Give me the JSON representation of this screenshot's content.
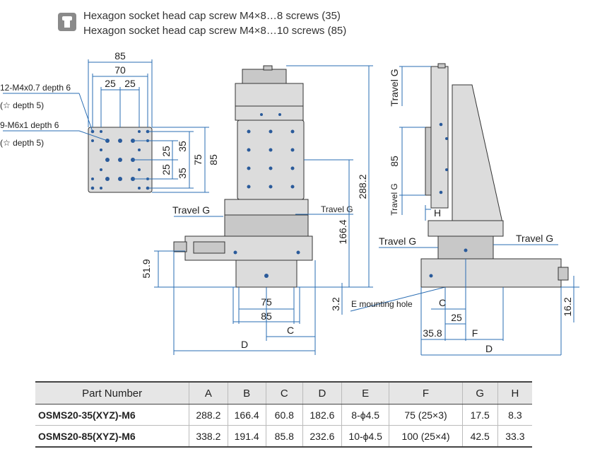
{
  "legend": {
    "icon": "screw-icon",
    "line1": "Hexagon socket head cap screw M4×8…8 screws (35)",
    "line2": "Hexagon socket head cap screw M4×8…10 screws (85)"
  },
  "top_view": {
    "dims": {
      "w85": "85",
      "w70": "70",
      "w25a": "25",
      "w25b": "25",
      "h25a": "25",
      "h25b": "25",
      "h35a": "35",
      "h35b": "35",
      "h75": "75",
      "h85": "85"
    },
    "callout1_line1": "12-M4x0.7 depth 6",
    "callout1_line2": "(☆ depth 5)",
    "callout2_line1": "9-M6x1 depth 6",
    "callout2_line2": "(☆ depth 5)"
  },
  "front_view": {
    "travel1": "Travel G",
    "travel2": "Travel G",
    "dims": {
      "v288": "288.2",
      "v166": "166.4",
      "v51": "51.9",
      "v3": "3.2",
      "b75": "75",
      "b85": "85",
      "bC": "C",
      "bD": "D"
    },
    "mounting": "E mounting hole"
  },
  "side_view": {
    "travelV1": "Travel G",
    "travelV2": "Travel G",
    "v85": "85",
    "H": "H",
    "travelL": "Travel G",
    "travelR": "Travel G",
    "C": "C",
    "d25": "25",
    "d35": "35.8",
    "F": "F",
    "D": "D",
    "d16": "16.2"
  },
  "table": {
    "headers": [
      "Part Number",
      "A",
      "B",
      "C",
      "D",
      "E",
      "F",
      "G",
      "H"
    ],
    "rows": [
      [
        "OSMS20-35(XYZ)-M6",
        "288.2",
        "166.4",
        "60.8",
        "182.6",
        "8-ϕ4.5",
        "75 (25×3)",
        "17.5",
        "8.3"
      ],
      [
        "OSMS20-85(XYZ)-M6",
        "338.2",
        "191.4",
        "85.8",
        "232.6",
        "10-ϕ4.5",
        "100 (25×4)",
        "42.5",
        "33.3"
      ]
    ]
  },
  "colors": {
    "dimension": "#2a6db3",
    "body": "#dcdcdc",
    "hole": "#2a5a9a",
    "header_bg": "#e6e6e6"
  }
}
